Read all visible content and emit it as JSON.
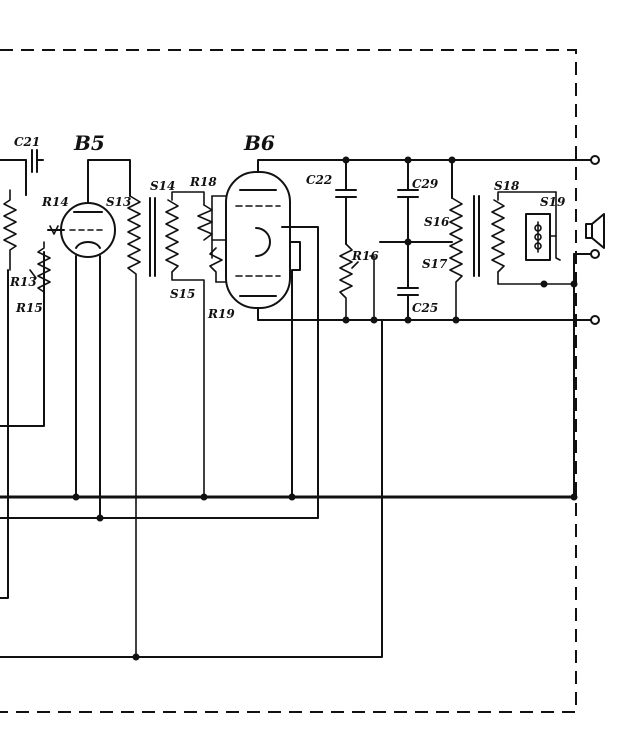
{
  "tubes": [
    {
      "id": "B5",
      "label": "B5"
    },
    {
      "id": "B6",
      "label": "B6"
    }
  ],
  "labels": {
    "C21": "C21",
    "R14": "R14",
    "S13": "S13",
    "R13": "R13",
    "R15": "R15",
    "S14": "S14",
    "R18": "R18",
    "S15": "S15",
    "R19": "R19",
    "C22": "C22",
    "R16": "R16",
    "C29": "C29",
    "S16": "S16",
    "S17": "S17",
    "C25": "C25",
    "S18": "S18",
    "S19": "S19"
  }
}
